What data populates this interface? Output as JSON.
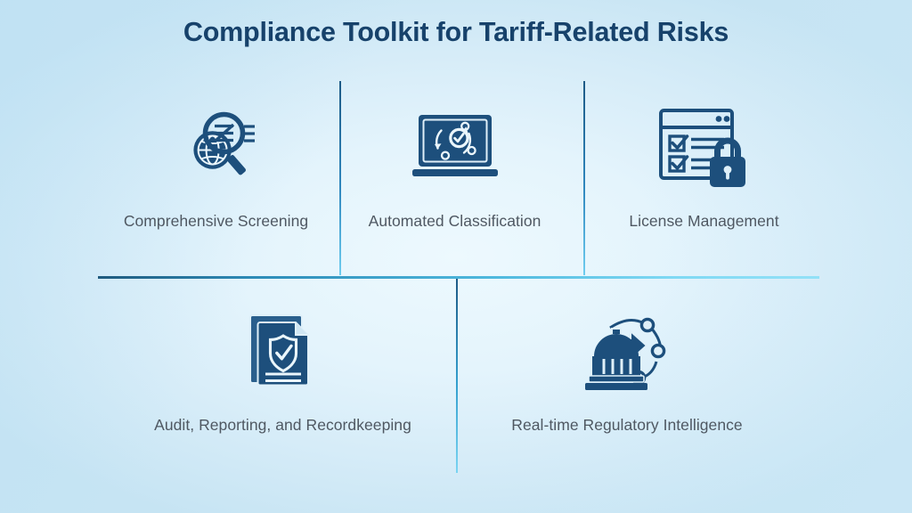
{
  "slide": {
    "title": "Compliance Toolkit for Tariff-Related Risks",
    "colors": {
      "title": "#17426b",
      "icon": "#1d4f7c",
      "label": "#4f5862",
      "divider_dark": "#1d5a86",
      "divider_light": "#7fd9f4",
      "background_edge": "#c6e4f3",
      "background_center": "#edf9fe"
    },
    "items": [
      {
        "label": "Comprehensive Screening",
        "icon": "magnifier-gear-globe-icon"
      },
      {
        "label": "Automated Classification",
        "icon": "laptop-gear-check-icon"
      },
      {
        "label": "License Management",
        "icon": "checklist-window-lock-icon"
      },
      {
        "label": "Audit, Reporting, and Recordkeeping",
        "icon": "documents-shield-check-icon"
      },
      {
        "label": "Real-time Regulatory Intelligence",
        "icon": "government-building-network-icon"
      }
    ]
  }
}
